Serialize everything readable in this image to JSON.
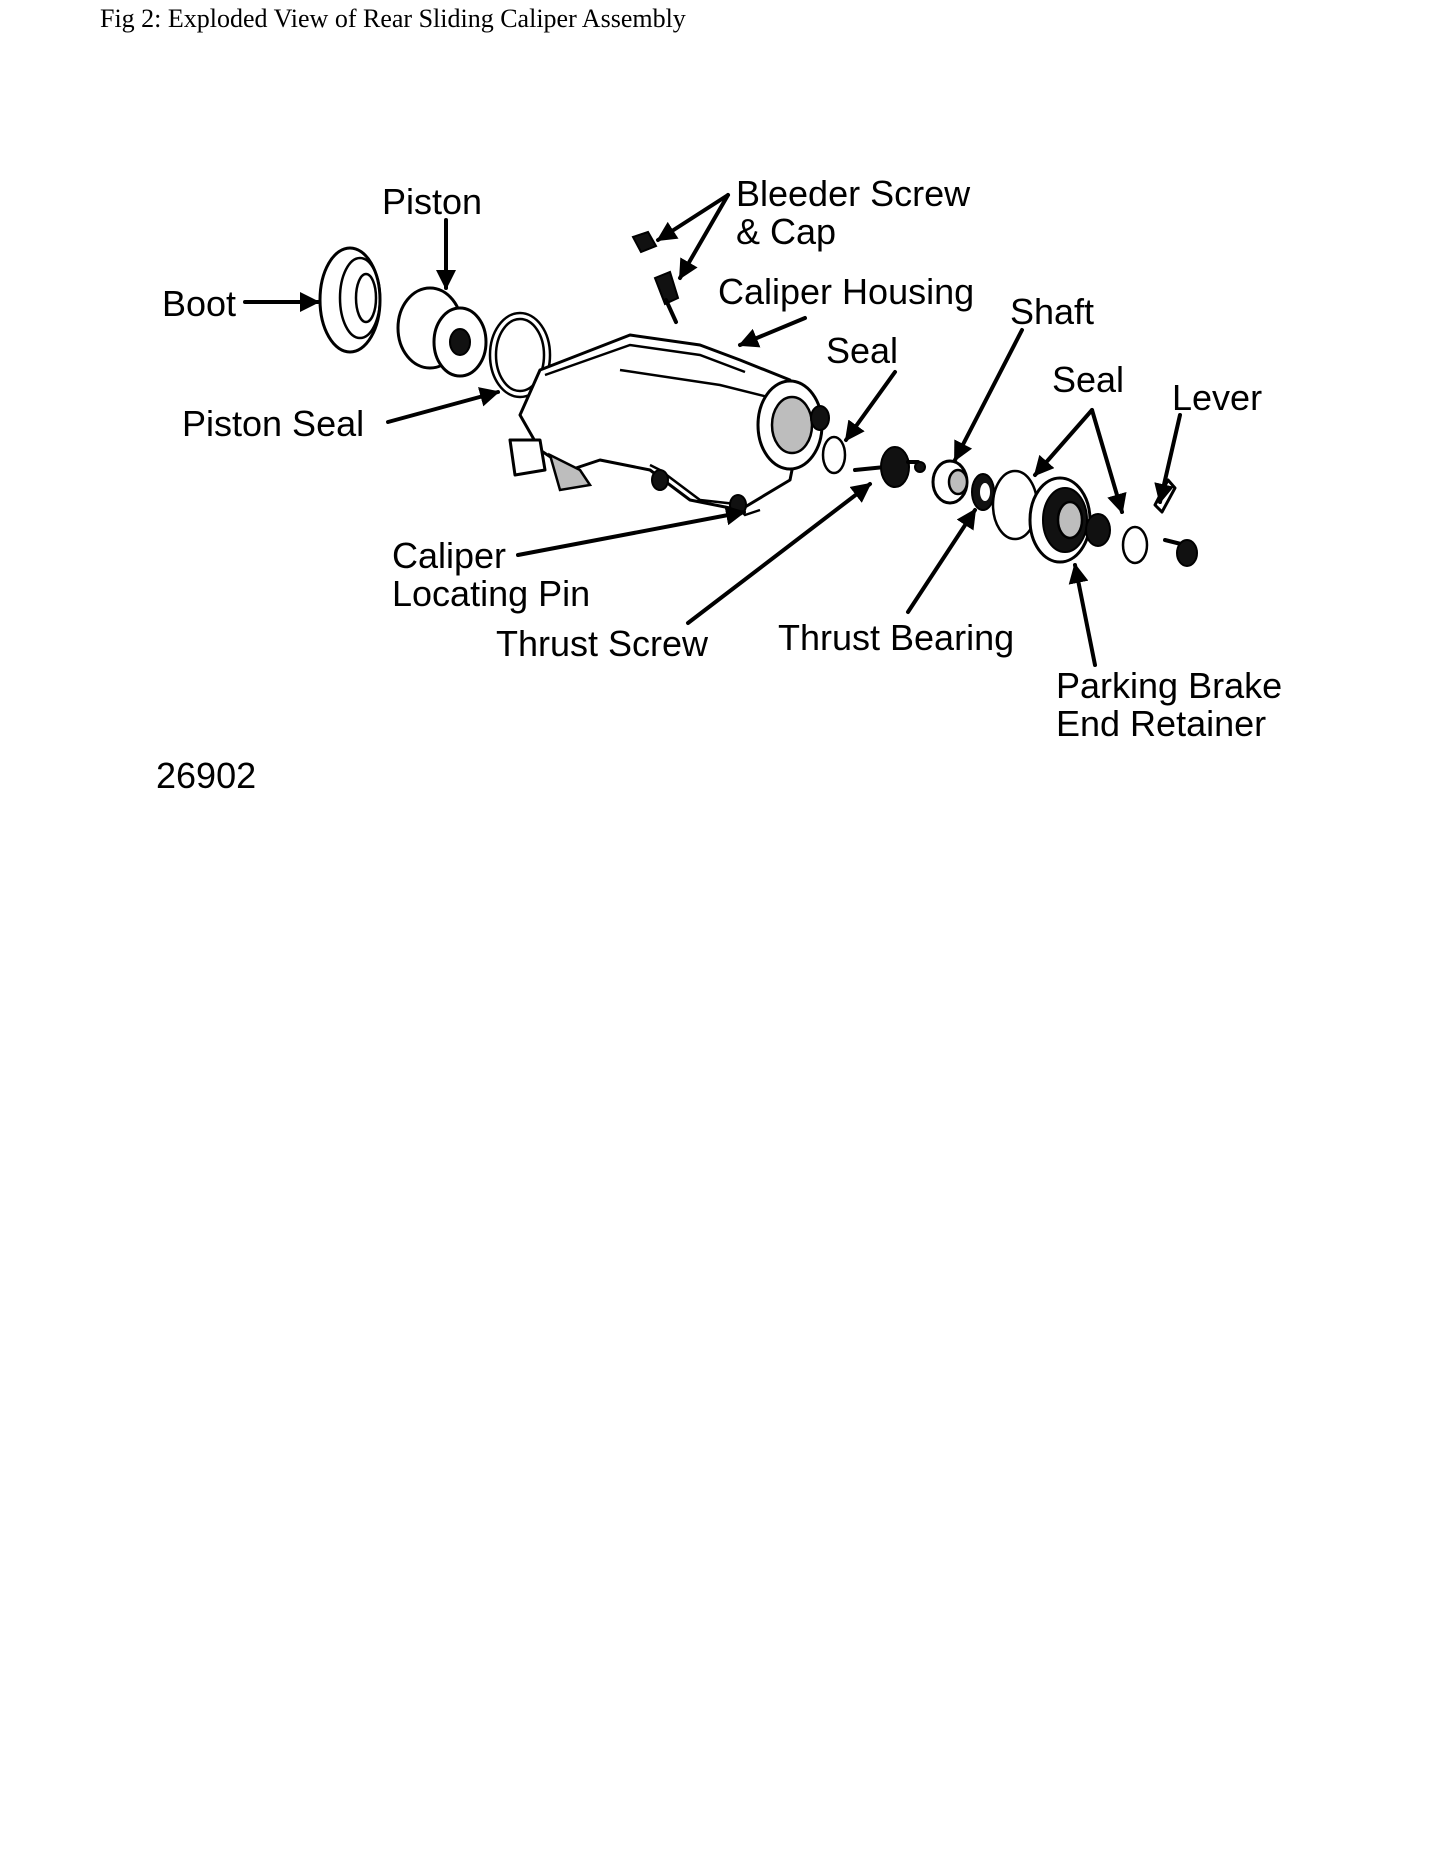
{
  "caption": "Fig 2: Exploded View of Rear Sliding Caliper Assembly",
  "figure_number": "26902",
  "labels": {
    "piston": "Piston",
    "boot": "Boot",
    "piston_seal": "Piston Seal",
    "bleeder_1": "Bleeder Screw",
    "bleeder_2": "& Cap",
    "caliper_housing": "Caliper Housing",
    "shaft": "Shaft",
    "seal_1": "Seal",
    "seal_2": "Seal",
    "lever": "Lever",
    "locating_pin_1": "Caliper",
    "locating_pin_2": "Locating Pin",
    "thrust_screw": "Thrust Screw",
    "thrust_bearing": "Thrust Bearing",
    "retainer_1": "Parking Brake",
    "retainer_2": "End Retainer"
  }
}
